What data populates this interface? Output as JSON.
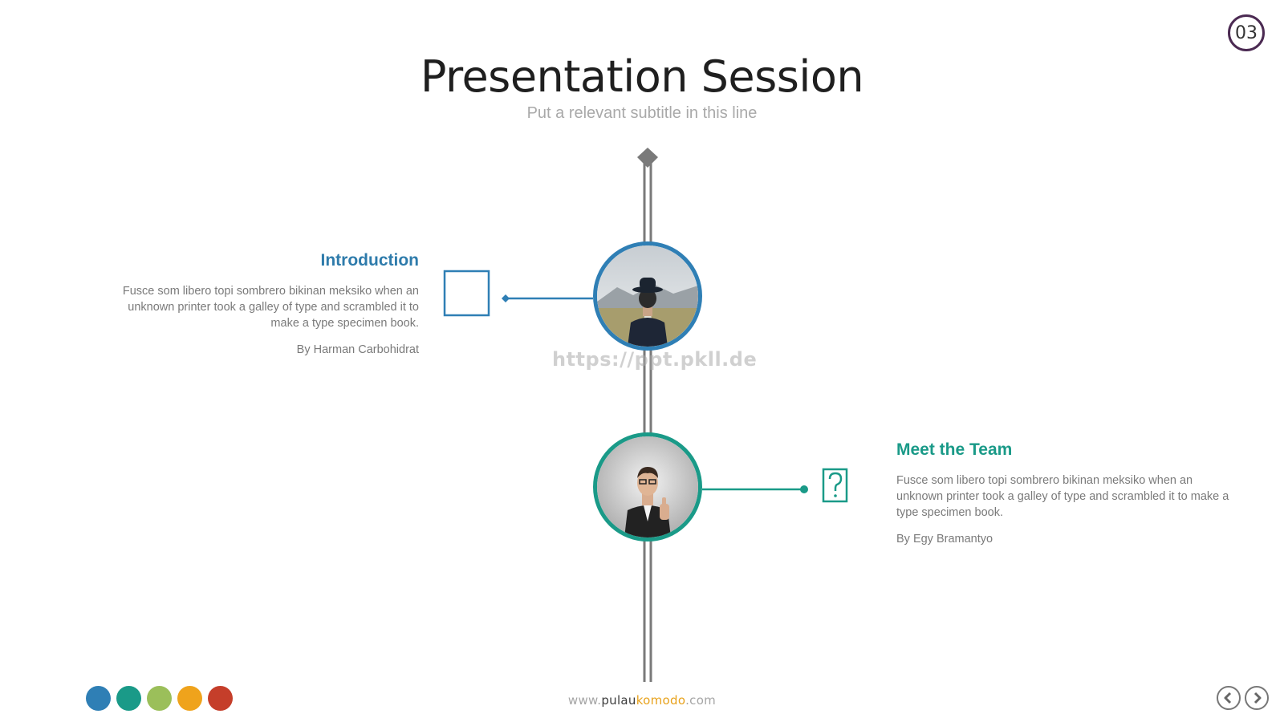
{
  "slide": {
    "page_number": "03",
    "title": "Presentation Session",
    "subtitle": "Put a relevant subtitle in this line"
  },
  "sections": {
    "introduction": {
      "title": "Introduction",
      "body": "Fusce som libero topi sombrero bikinan meksiko when an unknown printer took a galley of type and scrambled it to make a type specimen book.",
      "author": "By Harman Carbohidrat",
      "icon": "square-outline-icon",
      "color": "#2f7fb5"
    },
    "team": {
      "title": "Meet the Team",
      "body": "Fusce som libero topi sombrero bikinan meksiko when an unknown printer took a galley of type and scrambled it to make a type specimen book.",
      "author": "By Egy Bramantyo",
      "icon": "question-box-icon",
      "color": "#1a9a88"
    }
  },
  "watermark": "https://ppt.pkll.de",
  "footer": {
    "url_prefix": "www.",
    "url_brand_a": "pulau",
    "url_brand_b": "komodo",
    "url_suffix": ".com",
    "dots": [
      {
        "color": "#2f7fb5"
      },
      {
        "color": "#1a9a88"
      },
      {
        "color": "#9bbf5a"
      },
      {
        "color": "#efa31c"
      },
      {
        "color": "#c53e2a"
      }
    ],
    "nav": {
      "prev_icon": "chevron-left-icon",
      "next_icon": "chevron-right-icon"
    }
  }
}
